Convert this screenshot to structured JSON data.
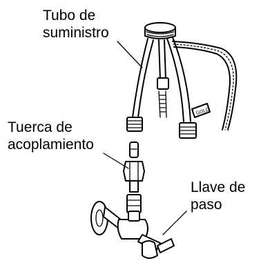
{
  "labels": {
    "supply_tube": [
      "Tubo de",
      "suministro"
    ],
    "coupling_nut": [
      "Tuerca de",
      "acoplamiento"
    ],
    "shutoff_valve": [
      "Llave de",
      "paso"
    ],
    "tag": "GOLD"
  },
  "colors": {
    "ink": "#000000",
    "background": "#ffffff"
  }
}
